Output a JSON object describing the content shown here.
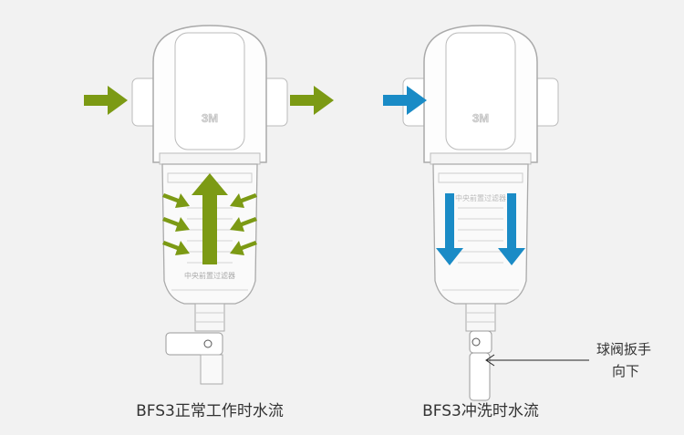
{
  "brand_mark": "3M",
  "label_text": "中央前置过滤器",
  "panels": [
    {
      "caption": "BFS3正常工作时水流",
      "arrow_color": "#7c9a14",
      "mode": "normal"
    },
    {
      "caption": "BFS3冲洗时水流",
      "arrow_color": "#1a8bc6",
      "mode": "flush"
    }
  ],
  "callout": {
    "line1": "球阀扳手",
    "line2": "向下"
  }
}
